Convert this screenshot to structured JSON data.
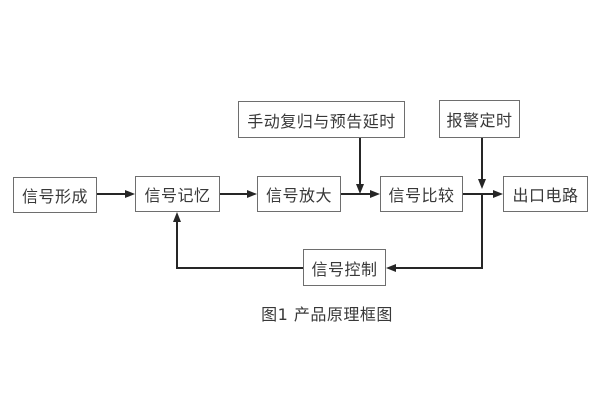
{
  "diagram": {
    "caption": "图1 产品原理框图",
    "nodes": {
      "signal_formation": "信号形成",
      "signal_memory": "信号记忆",
      "signal_amplification": "信号放大",
      "signal_comparison": "信号比较",
      "output_circuit": "出口电路",
      "manual_reset_delay": "手动复归与预告延时",
      "alarm_timing": "报警定时",
      "signal_control": "信号控制"
    },
    "colors": {
      "line": "#262626",
      "box_border": "#6e6e6e",
      "text": "#383838",
      "background": "#ffffff"
    }
  }
}
